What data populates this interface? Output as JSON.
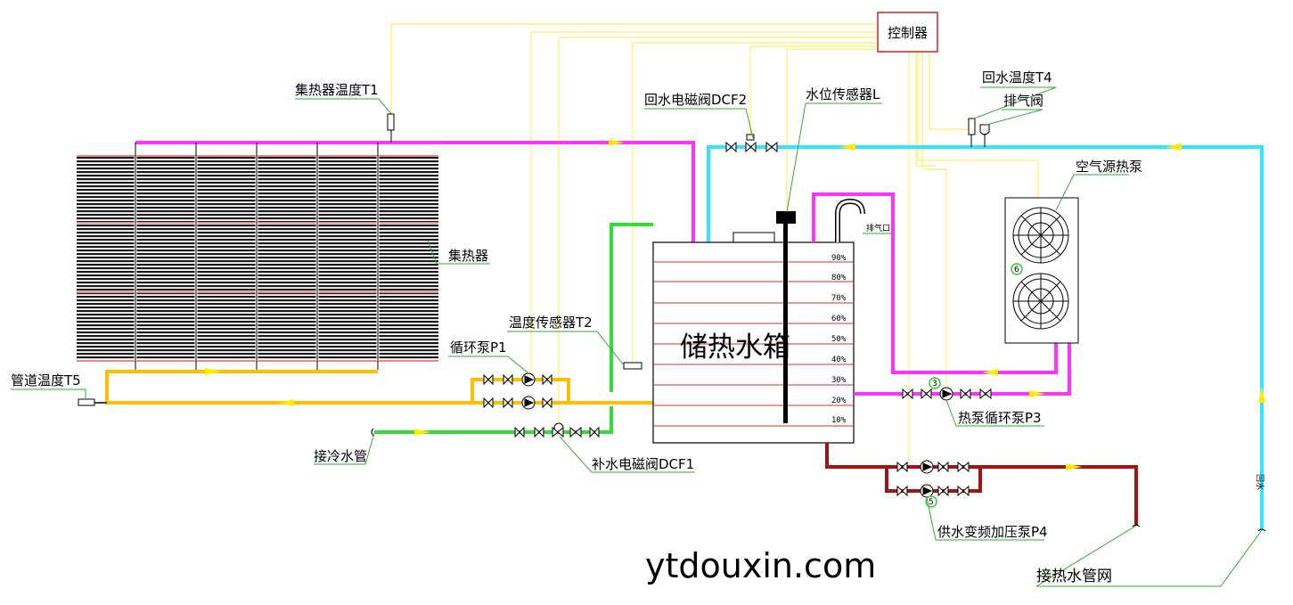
{
  "colors": {
    "collector_loop": "#ff33ff",
    "circulation_loop": "#ffbf00",
    "return_loop": "#33e6ff",
    "cold_water": "#33dd33",
    "supply_loop": "#a01414",
    "heat_pump_loop": "#ff33ff",
    "control_wire": "#ffee66"
  },
  "labels": {
    "controller": "控制器",
    "collector_temp_t1": "集热器温度T1",
    "return_solenoid_dcf2": "回水电磁阀DCF2",
    "level_sensor_l": "水位传感器L",
    "return_temp_t4": "回水温度T4",
    "vent_valve": "排气阀",
    "air_source_heat_pump": "空气源热泵",
    "collector": "集热器",
    "tank": "储热水箱",
    "vent_port": "排气口",
    "temp_sensor_t2": "温度传感器T2",
    "circ_pump_p1": "循环泵P1",
    "pipe_temp_t5": "管道温度T5",
    "cold_water_inlet": "接冷水管",
    "makeup_solenoid_dcf1": "补水电磁阀DCF1",
    "hp_circ_pump_p3": "热泵循环泵P3",
    "supply_booster_p4": "供水变频加压泵P4",
    "hot_water_network": "接热水管网",
    "return_riser_note": "回水",
    "watermark": "ytdouxin.com"
  },
  "tank_levels": [
    "90%",
    "80%",
    "70%",
    "60%",
    "50%",
    "40%",
    "30%",
    "20%",
    "10%"
  ],
  "pump_tags": {
    "p3": "3",
    "p4": "5",
    "heat_pump": "6"
  }
}
